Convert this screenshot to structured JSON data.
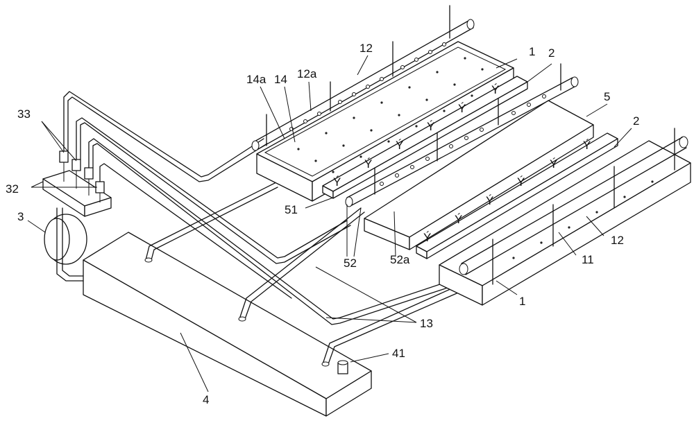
{
  "labels": {
    "l1_top": "1",
    "l2_top": "2",
    "l2_right": "2",
    "l5": "5",
    "l12_top": "12",
    "l12a": "12a",
    "l14": "14",
    "l14a": "14a",
    "l33": "33",
    "l32": "32",
    "l3": "3",
    "l4": "4",
    "l51": "51",
    "l52": "52",
    "l52a": "52a",
    "l12_right": "12",
    "l11": "11",
    "l1_right": "1",
    "l13": "13",
    "l41": "41"
  }
}
